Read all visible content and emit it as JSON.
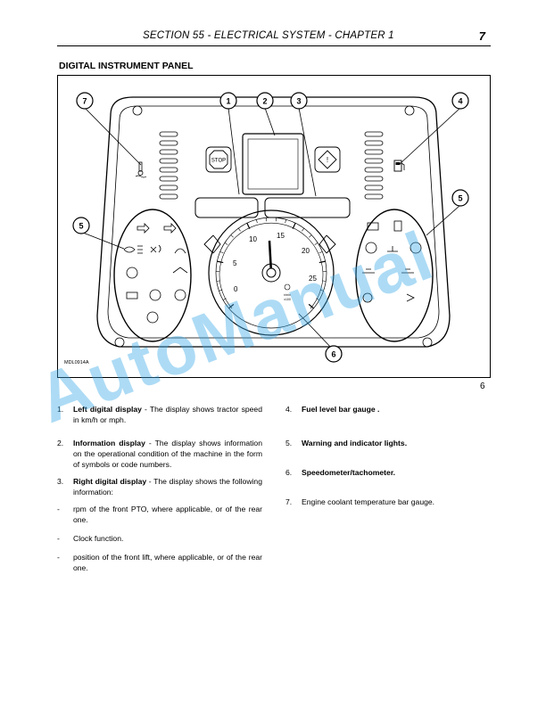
{
  "header": {
    "title": "SECTION 55 - ELECTRICAL SYSTEM - CHAPTER 1",
    "page_number": "7"
  },
  "section_title": "DIGITAL INSTRUMENT PANEL",
  "figure": {
    "code": "MDL0914A",
    "number": "6",
    "callouts": [
      "7",
      "1",
      "2",
      "3",
      "4",
      "5",
      "5",
      "6"
    ],
    "gauge_ticks": [
      "0",
      "5",
      "10",
      "15",
      "20",
      "25"
    ],
    "gauge_small_text": [
      "r/min",
      "x100"
    ],
    "stop_label": "STOP"
  },
  "watermark": "AutoManual",
  "left_items": [
    {
      "num": "1.",
      "bold": "Left digital display",
      "text": " - The display shows tractor speed in km/h or mph."
    },
    {
      "num": "2.",
      "bold": "Information display",
      "text": " - The display shows information on the operational condition of the machine in the form of symbols or code numbers."
    },
    {
      "num": "3.",
      "bold": "Right digital display",
      "text": " - The display shows the following information:"
    },
    {
      "num": "-",
      "bold": "",
      "text": "rpm of the front PTO, where applicable, or of the rear one."
    },
    {
      "num": "-",
      "bold": "",
      "text": "Clock function."
    },
    {
      "num": "-",
      "bold": "",
      "text": "position of the front lift, where applicable, or of the rear one."
    }
  ],
  "right_items": [
    {
      "num": "4.",
      "bold": "Fuel level bar gauge .",
      "text": ""
    },
    {
      "num": "5.",
      "bold": "Warning and indicator lights.",
      "text": ""
    },
    {
      "num": "6.",
      "bold": "Speedometer/tachometer.",
      "text": ""
    },
    {
      "num": "7.",
      "bold": "",
      "text": "Engine coolant temperature bar gauge."
    }
  ]
}
